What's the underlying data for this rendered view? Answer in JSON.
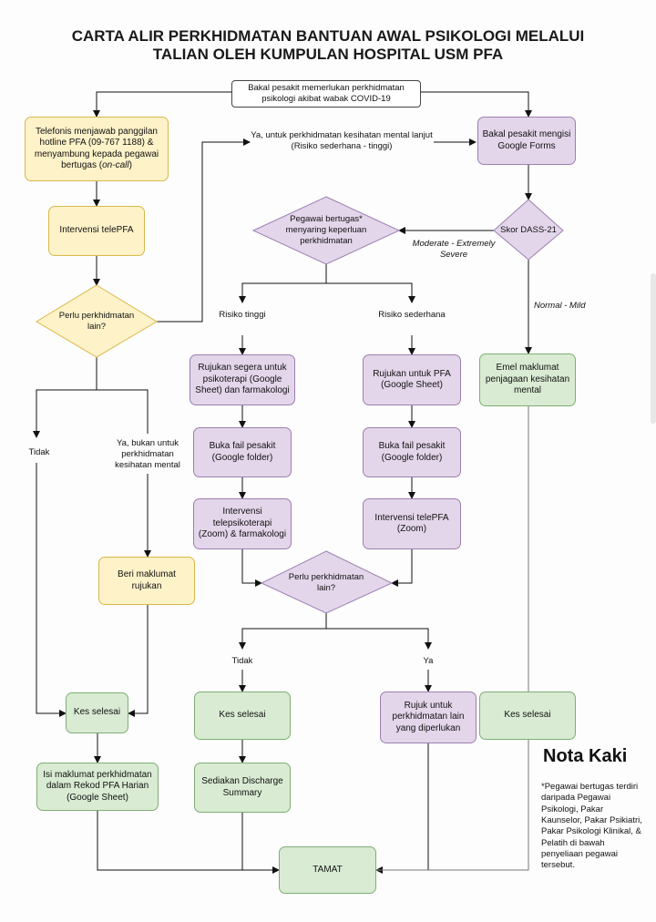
{
  "title": {
    "line1": "CARTA ALIR PERKHIDMATAN BANTUAN AWAL PSIKOLOGI MELALUI",
    "line2": "TALIAN OLEH KUMPULAN HOSPITAL USM PFA"
  },
  "nodes": {
    "start": "Bakal pesakit memerlukan perkhidmatan psikologi akibat wabak COVID-19",
    "hotline": "Telefonis menjawab panggilan hotline PFA (09-767 1188) & menyambung kepada pegawai bertugas (",
    "hotline_italic": "on-call",
    "hotline_end": ")",
    "intervensi_telepfa": "Intervensi telePFA",
    "perlu1": "Perlu perkhidmatan lain?",
    "google_forms": "Bakal pesakit mengisi Google Forms",
    "dass": "Skor DASS-21",
    "pegawai": "Pegawai bertugas* menyaring keperluan perkhidmatan",
    "rujukan_segera": "Rujukan segera untuk psikoterapi (Google Sheet) dan farmakologi",
    "rujukan_pfa": "Rujukan untuk PFA (Google Sheet)",
    "emel": "Emel maklumat penjagaan kesihatan mental",
    "buka1": "Buka fail pesakit (Google folder)",
    "buka2": "Buka fail pesakit (Google folder)",
    "intervensi_psiko": "Intervensi telepsikoterapi (Zoom) & farmakologi",
    "intervensi_zoom": "Intervensi telePFA (Zoom)",
    "perlu2": "Perlu perkhidmatan lain?",
    "beri": "Beri maklumat rujukan",
    "kes1": "Kes selesai",
    "kes2": "Kes selesai",
    "rujuk_lain": "Rujuk untuk perkhidmatan lain yang diperlukan",
    "kes3": "Kes selesai",
    "isi": "Isi maklumat perkhidmatan dalam Rekod PFA Harian (Google Sheet)",
    "discharge": "Sediakan Discharge Summary",
    "tamat": "TAMAT"
  },
  "labels": {
    "ya_lanjut": "Ya, untuk perkhidmatan kesihatan mental lanjut  (Risiko sederhana - tinggi)",
    "moderate": "Moderate - Extremely Severe",
    "normal": "Normal - Mild",
    "risiko_tinggi": "Risiko tinggi",
    "risiko_sederhana": "Risiko sederhana",
    "tidak1": "Tidak",
    "ya_bukan": "Ya, bukan untuk perkhidmatan kesihatan mental",
    "tidak2": "Tidak",
    "ya2": "Ya"
  },
  "footnote": {
    "title": "Nota Kaki",
    "text": "*Pegawai bertugas terdiri daripada Pegawai Psikologi, Pakar Kaunselor, Pakar Psikiatri, Pakar Psikologi Klinikal, & Pelatih di bawah penyeliaan pegawai tersebut."
  },
  "colors": {
    "yellow_fill": "#fef2c8",
    "purple_fill": "#e3d6ea",
    "green_fill": "#d9ebd3"
  }
}
